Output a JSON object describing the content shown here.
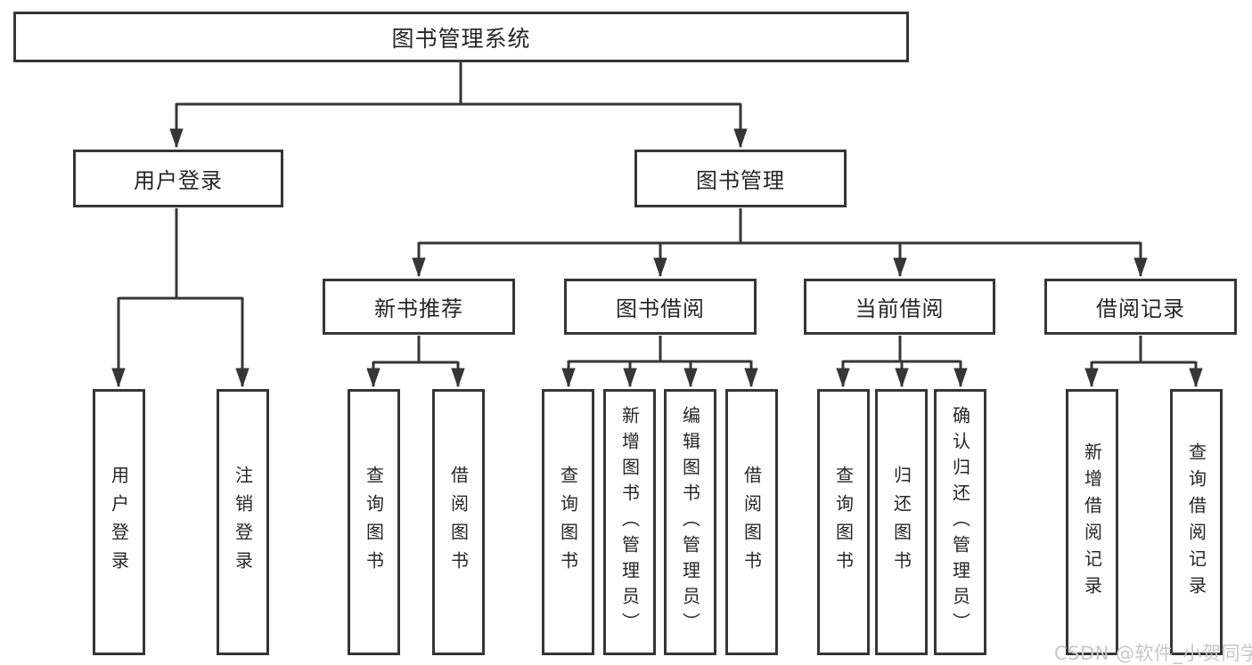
{
  "diagram": {
    "type": "hierarchy-tree",
    "root": {
      "label": "图书管理系统"
    },
    "level2": [
      {
        "label": "用户登录"
      },
      {
        "label": "图书管理"
      }
    ],
    "level3": [
      {
        "label": "新书推荐",
        "parent": "图书管理"
      },
      {
        "label": "图书借阅",
        "parent": "图书管理"
      },
      {
        "label": "当前借阅",
        "parent": "图书管理"
      },
      {
        "label": "借阅记录",
        "parent": "图书管理"
      }
    ],
    "leaves": [
      {
        "label": "用户登录",
        "parent": "用户登录"
      },
      {
        "label": "注销登录",
        "parent": "用户登录"
      },
      {
        "label": "查询图书",
        "parent": "新书推荐"
      },
      {
        "label": "借阅图书",
        "parent": "新书推荐"
      },
      {
        "label": "查询图书",
        "parent": "图书借阅"
      },
      {
        "label": "新增图书（管理员）",
        "parent": "图书借阅"
      },
      {
        "label": "编辑图书（管理员）",
        "parent": "图书借阅"
      },
      {
        "label": "借阅图书",
        "parent": "图书借阅"
      },
      {
        "label": "查询图书",
        "parent": "当前借阅"
      },
      {
        "label": "归还图书",
        "parent": "当前借阅"
      },
      {
        "label": "确认归还（管理员）",
        "parent": "当前借阅"
      },
      {
        "label": "新增借阅记录",
        "parent": "借阅记录"
      },
      {
        "label": "查询借阅记录",
        "parent": "借阅记录"
      }
    ]
  },
  "watermark": {
    "text": "CSDN @软件_小贺同学"
  },
  "colors": {
    "line": "#363636",
    "box_border": "#363636",
    "text": "#262626",
    "watermark": "#c7c7c7",
    "background": "#ffffff"
  }
}
